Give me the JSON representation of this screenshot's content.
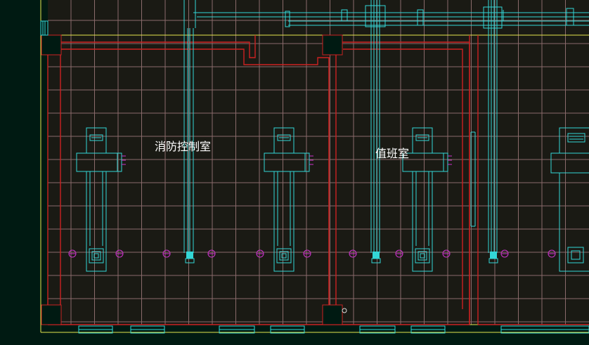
{
  "drawing": {
    "rooms": [
      {
        "id": "fire-control-room",
        "label": "消防控制室"
      },
      {
        "id": "duty-room",
        "label": "值班室"
      }
    ],
    "colors": {
      "background": "#001a12",
      "floor_fill": "#1a1a14",
      "grid": "#8a6b6b",
      "wall": "#cc2222",
      "duct": "#33d6d6",
      "sprinkler": "#cc33cc",
      "outline": "#e6e64d",
      "label": "#ffffff"
    },
    "icons": [
      "air-handler-icon",
      "diffuser-icon",
      "sprinkler-head-icon",
      "vent-grille-icon"
    ]
  }
}
